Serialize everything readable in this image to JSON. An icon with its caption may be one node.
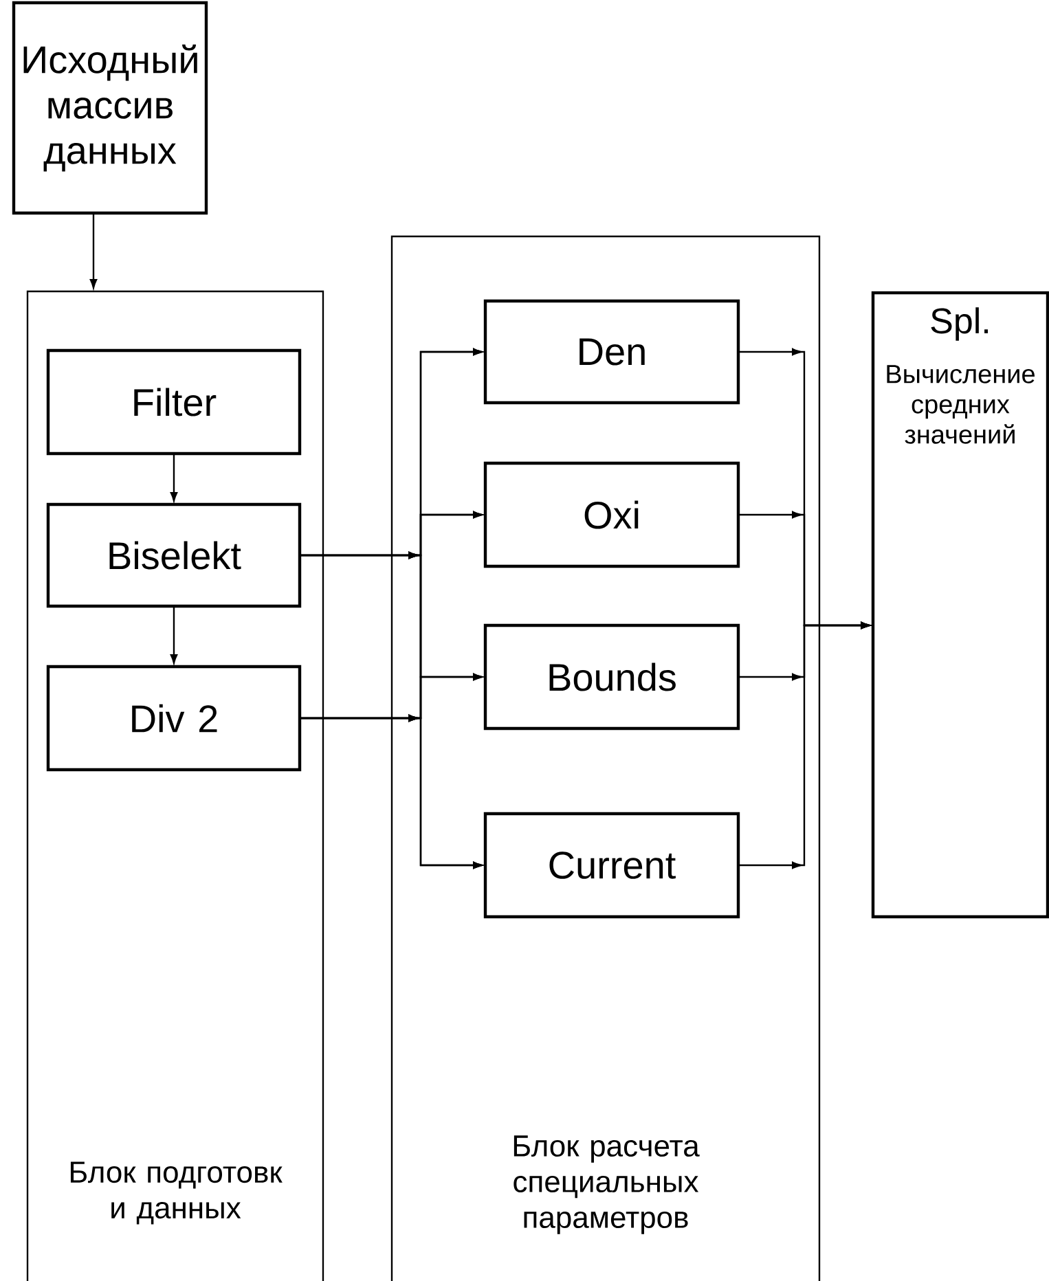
{
  "diagram": {
    "nodes": [
      {
        "text": [
          "Исходный массив данных"
        ]
      },
      {
        "text": [
          "Блок подготовк и данных"
        ]
      },
      {
        "text": [
          "Filter"
        ],
        "in": 1
      },
      {
        "text": [
          "Biselekt"
        ],
        "in": 1
      },
      {
        "text": [
          "Div 2"
        ],
        "in": 1
      },
      {
        "text": [
          "Блок расчета специальных параметров"
        ]
      },
      {
        "text": [
          "Den"
        ],
        "in": 5
      },
      {
        "text": [
          "Oxi"
        ],
        "in": 5
      },
      {
        "text": [
          "Bounds"
        ],
        "in": 5
      },
      {
        "text": [
          "Current"
        ],
        "in": 5
      },
      {
        "text": [
          "Spl.",
          "Вычисление средних значений"
        ]
      }
    ],
    "edges": [
      {
        "from": 0,
        "to": 1,
        "arrow": "to"
      },
      {
        "from": 2,
        "to": 3,
        "arrow": "to"
      },
      {
        "from": 3,
        "to": 4,
        "arrow": "to"
      },
      {
        "from": 3,
        "to": 6,
        "arrow": "to"
      },
      {
        "from": 3,
        "to": 7,
        "arrow": "to"
      },
      {
        "from": 3,
        "to": 8,
        "arrow": "to"
      },
      {
        "from": 3,
        "to": 9,
        "arrow": "to"
      },
      {
        "from": 4,
        "to": 6,
        "arrow": "to"
      },
      {
        "from": 4,
        "to": 7,
        "arrow": "to"
      },
      {
        "from": 4,
        "to": 8,
        "arrow": "to"
      },
      {
        "from": 4,
        "to": 9,
        "arrow": "to"
      },
      {
        "from": 6,
        "to": 10,
        "arrow": "to"
      },
      {
        "from": 7,
        "to": 10,
        "arrow": "to"
      },
      {
        "from": 8,
        "to": 10,
        "arrow": "to"
      },
      {
        "from": 9,
        "to": 10,
        "arrow": "to"
      }
    ]
  }
}
